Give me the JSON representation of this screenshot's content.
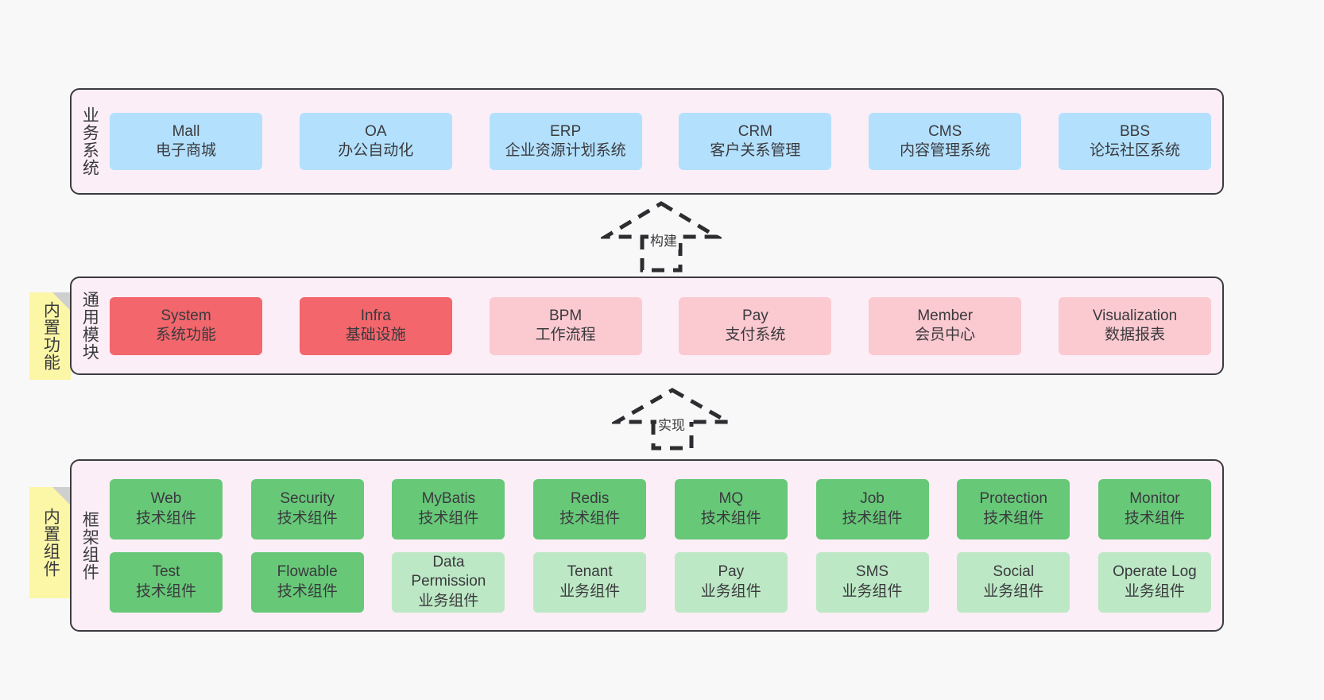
{
  "diagram": {
    "background_color": "#f8f8f8",
    "layer_fill": "#fbeef6",
    "layer_border": "#3b3b40",
    "note_color": "#fbf7a6"
  },
  "layers": [
    {
      "id": "business",
      "title": "业务系统",
      "cell_color": "#b3e0fd",
      "cells": [
        {
          "l1": "Mall",
          "l2": "电子商城"
        },
        {
          "l1": "OA",
          "l2": "办公自动化"
        },
        {
          "l1": "ERP",
          "l2": "企业资源计划系统"
        },
        {
          "l1": "CRM",
          "l2": "客户关系管理"
        },
        {
          "l1": "CMS",
          "l2": "内容管理系统"
        },
        {
          "l1": "BBS",
          "l2": "论坛社区系统"
        }
      ]
    },
    {
      "id": "modules",
      "title": "通用模块",
      "note": "内置功能",
      "cell_color_strong": "#f2666c",
      "cell_color_soft": "#fbc9d0",
      "cells": [
        {
          "l1": "System",
          "l2": "系统功能",
          "style": "strong"
        },
        {
          "l1": "Infra",
          "l2": "基础设施",
          "style": "strong"
        },
        {
          "l1": "BPM",
          "l2": "工作流程",
          "style": "soft"
        },
        {
          "l1": "Pay",
          "l2": "支付系统",
          "style": "soft"
        },
        {
          "l1": "Member",
          "l2": "会员中心",
          "style": "soft"
        },
        {
          "l1": "Visualization",
          "l2": "数据报表",
          "style": "soft"
        }
      ]
    },
    {
      "id": "framework",
      "title": "框架组件",
      "note": "内置组件",
      "cell_color_tech": "#67c878",
      "cell_color_biz": "#bde8c5",
      "row1": [
        {
          "l1": "Web",
          "l2": "技术组件",
          "style": "tech"
        },
        {
          "l1": "Security",
          "l2": "技术组件",
          "style": "tech"
        },
        {
          "l1": "MyBatis",
          "l2": "技术组件",
          "style": "tech"
        },
        {
          "l1": "Redis",
          "l2": "技术组件",
          "style": "tech"
        },
        {
          "l1": "MQ",
          "l2": "技术组件",
          "style": "tech"
        },
        {
          "l1": "Job",
          "l2": "技术组件",
          "style": "tech"
        },
        {
          "l1": "Protection",
          "l2": "技术组件",
          "style": "tech"
        },
        {
          "l1": "Monitor",
          "l2": "技术组件",
          "style": "tech"
        }
      ],
      "row2": [
        {
          "l1": "Test",
          "l2": "技术组件",
          "style": "tech"
        },
        {
          "l1": "Flowable",
          "l2": "技术组件",
          "style": "tech"
        },
        {
          "l1": "Data Permission",
          "l2": "业务组件",
          "style": "biz",
          "wrap": true
        },
        {
          "l1": "Tenant",
          "l2": "业务组件",
          "style": "biz"
        },
        {
          "l1": "Pay",
          "l2": "业务组件",
          "style": "biz"
        },
        {
          "l1": "SMS",
          "l2": "业务组件",
          "style": "biz"
        },
        {
          "l1": "Social",
          "l2": "业务组件",
          "style": "biz"
        },
        {
          "l1": "Operate Log",
          "l2": "业务组件",
          "style": "biz"
        }
      ]
    }
  ],
  "arrows": [
    {
      "id": "build",
      "label": "构建",
      "from": "modules",
      "to": "business"
    },
    {
      "id": "impl",
      "label": "实现",
      "from": "framework",
      "to": "modules"
    }
  ]
}
